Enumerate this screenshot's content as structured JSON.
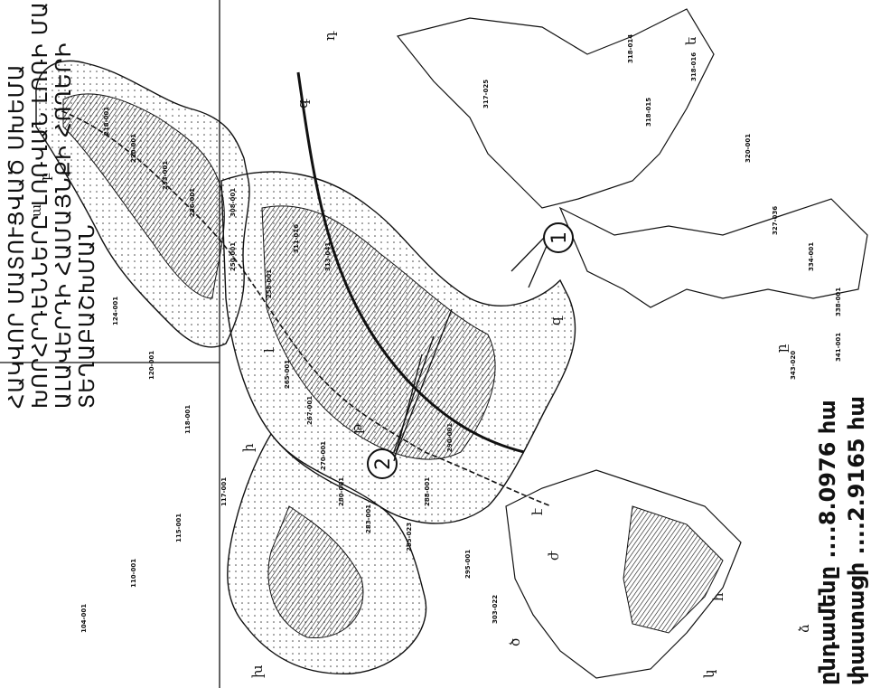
{
  "title": {
    "line1": "ՀԱԿՎՈՐ ՄԱՏՈՒՑՎԱԾ ՍԽԵՄԱ",
    "line2": "ԽՈՐՀՐԴԵՆՆԵՐԸ ԼՈՌՎԱՆ ԼՈՌԻ ՄԱՐԶԻ",
    "line3": "ԱԼԱՎԵՐԴԻ ՀԱՄԱՅՆՔԻ ՀՈՂԵՐԻ",
    "line4": "ՏԵՂԱԲԱՇԽՄԱՆ"
  },
  "legend": {
    "line1": "ընդամենը ....8.0976 հա",
    "line2": "փաստացի ....2.9165 հա"
  },
  "markers": [
    {
      "id": "marker-1",
      "number": "1"
    },
    {
      "id": "marker-2",
      "number": "2"
    }
  ],
  "letter_labels": [
    "ա",
    "բ",
    "գ",
    "դ",
    "ե",
    "զ",
    "է",
    "ը",
    "թ",
    "ժ",
    "ի",
    "լ",
    "խ",
    "ծ",
    "կ",
    "հ",
    "ձ"
  ],
  "parcel_codes": [
    "218-001",
    "220-001",
    "233-001",
    "236-001",
    "250-001",
    "258-001",
    "265-001",
    "267-001",
    "270-001",
    "280-001",
    "283-001",
    "285-023",
    "288-001",
    "290-001",
    "295-001",
    "303-022",
    "308-001",
    "311-016",
    "313-041",
    "317-025",
    "318-014",
    "318-015",
    "318-016",
    "320-001",
    "327-036",
    "334-001",
    "338-001",
    "341-001",
    "343-020",
    "104-001",
    "110-001",
    "115-001",
    "117-001",
    "118-001",
    "120-001",
    "124-001"
  ]
}
